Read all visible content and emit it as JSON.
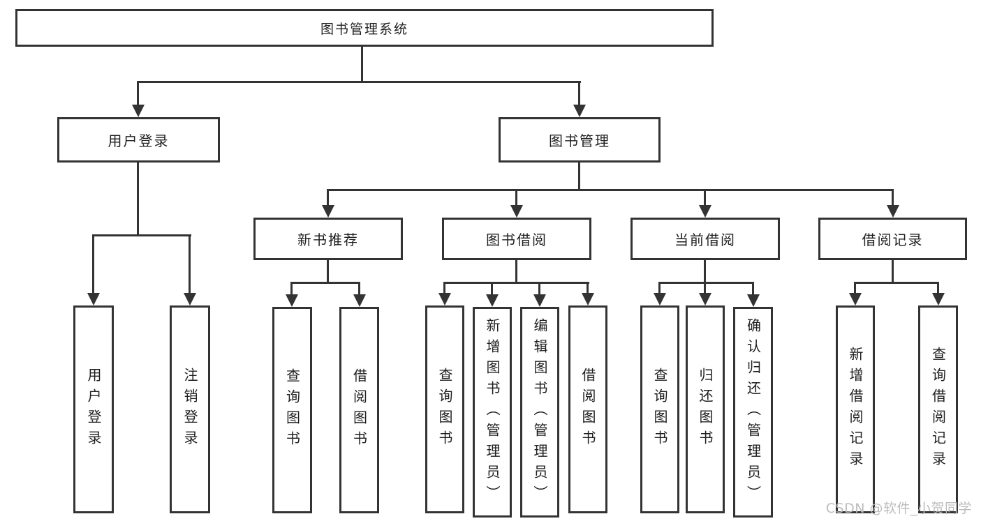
{
  "colors": {
    "line": "#333333",
    "box_border": "#333333",
    "box_fill": "#ffffff",
    "text": "#1f1f1f",
    "watermark": "#bcbcbc",
    "background": "#ffffff"
  },
  "watermark": {
    "text": "CSDN @软件_小贺同学"
  },
  "tree": {
    "root": {
      "label": "图书管理系统"
    },
    "branches": [
      {
        "label": "用户登录",
        "children": [
          {
            "label": "用户登录"
          },
          {
            "label": "注销登录"
          }
        ]
      },
      {
        "label": "图书管理",
        "children": [
          {
            "label": "新书推荐",
            "children": [
              {
                "label": "查询图书"
              },
              {
                "label": "借阅图书"
              }
            ]
          },
          {
            "label": "图书借阅",
            "children": [
              {
                "label": "查询图书"
              },
              {
                "label": "新增图书（管理员）"
              },
              {
                "label": "编辑图书（管理员）"
              },
              {
                "label": "借阅图书"
              }
            ]
          },
          {
            "label": "当前借阅",
            "children": [
              {
                "label": "查询图书"
              },
              {
                "label": "归还图书"
              },
              {
                "label": "确认归还（管理员）"
              }
            ]
          },
          {
            "label": "借阅记录",
            "children": [
              {
                "label": "新增借阅记录"
              },
              {
                "label": "查询借阅记录"
              }
            ]
          }
        ]
      }
    ]
  }
}
